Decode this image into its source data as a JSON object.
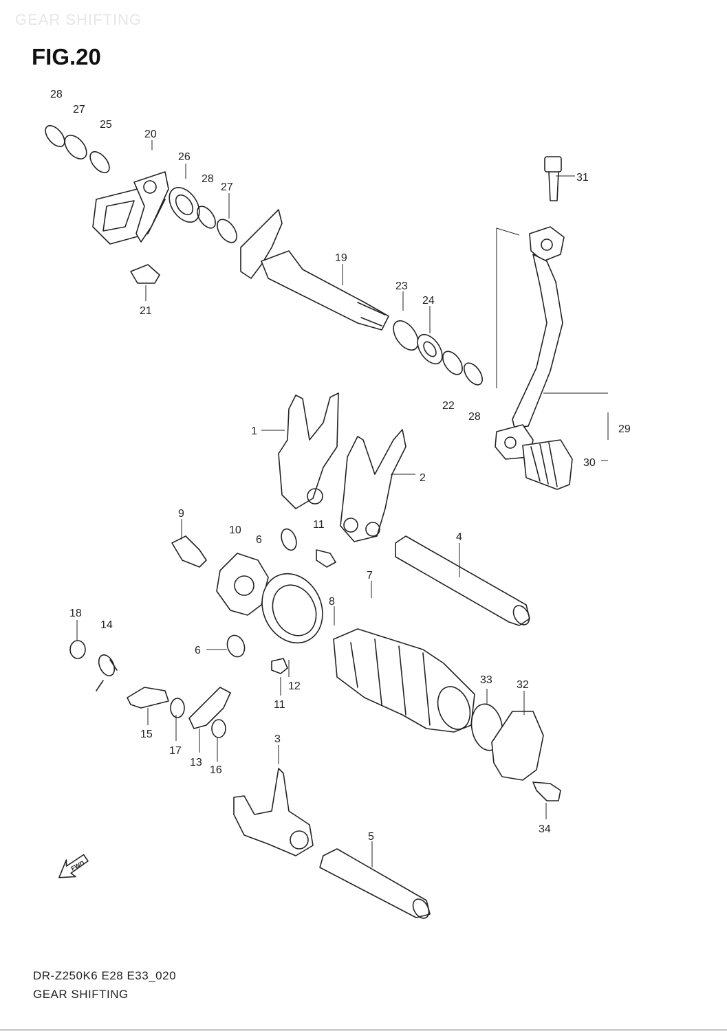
{
  "header": {
    "watermark": "GEAR SHIFTING",
    "figure_title": "FIG.20"
  },
  "callouts": [
    "1",
    "2",
    "3",
    "4",
    "5",
    "6",
    "6",
    "7",
    "8",
    "9",
    "10",
    "11",
    "11",
    "12",
    "13",
    "14",
    "15",
    "16",
    "17",
    "18",
    "19",
    "20",
    "21",
    "22",
    "23",
    "24",
    "25",
    "26",
    "27",
    "27",
    "28",
    "28",
    "28",
    "29",
    "30",
    "31",
    "32",
    "33",
    "34"
  ],
  "fwd_badge": "FWD",
  "footer": {
    "model_code": "DR-Z250K6 E28 E33_020",
    "section_name": "GEAR SHIFTING"
  }
}
